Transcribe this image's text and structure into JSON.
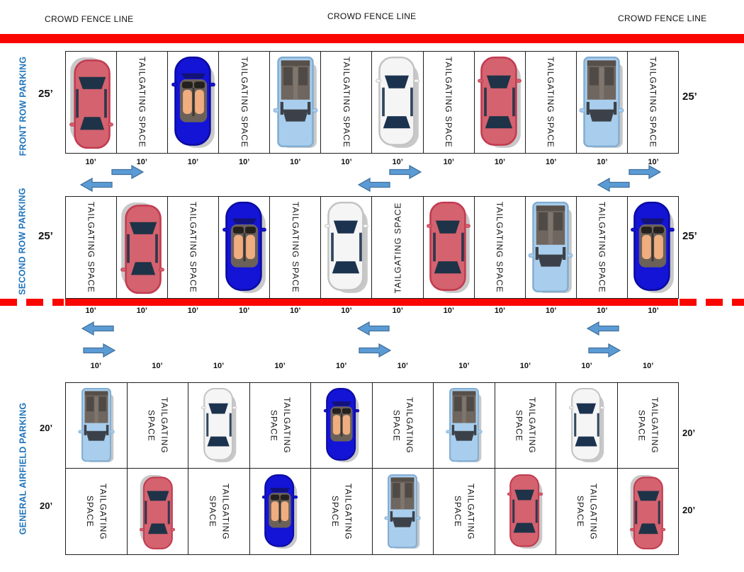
{
  "fence": {
    "labels": [
      "CROWD FENCE LINE",
      "CROWD FENCE LINE",
      "CROWD FENCE LINE"
    ]
  },
  "labels": {
    "space": "TAILGATING SPACE",
    "space_two_line": [
      "TAILGATING",
      "SPACE"
    ],
    "cell_width": "10’"
  },
  "sections": {
    "front": {
      "title": "FRONT ROW PARKING",
      "depth": "25’",
      "cells": [
        {
          "type": "car",
          "vehicle": "sedan",
          "color": "red",
          "rotated": true
        },
        {
          "type": "space"
        },
        {
          "type": "car",
          "vehicle": "convertible",
          "color": "blue"
        },
        {
          "type": "space"
        },
        {
          "type": "car",
          "vehicle": "pickup",
          "color": "lightblue"
        },
        {
          "type": "space"
        },
        {
          "type": "car",
          "vehicle": "sedan",
          "color": "white"
        },
        {
          "type": "space"
        },
        {
          "type": "car",
          "vehicle": "sedan",
          "color": "red"
        },
        {
          "type": "space"
        },
        {
          "type": "car",
          "vehicle": "pickup",
          "color": "lightblue"
        },
        {
          "type": "space"
        }
      ]
    },
    "second": {
      "title": "SECOND ROW PARKING",
      "depth": "25’",
      "cells": [
        {
          "type": "space"
        },
        {
          "type": "car",
          "vehicle": "sedan",
          "color": "red",
          "rotated": true
        },
        {
          "type": "space"
        },
        {
          "type": "car",
          "vehicle": "convertible",
          "color": "blue"
        },
        {
          "type": "space"
        },
        {
          "type": "car",
          "vehicle": "sedan",
          "color": "white"
        },
        {
          "type": "space",
          "dir": "ccw"
        },
        {
          "type": "car",
          "vehicle": "sedan",
          "color": "red"
        },
        {
          "type": "space"
        },
        {
          "type": "car",
          "vehicle": "pickup",
          "color": "lightblue"
        },
        {
          "type": "space"
        },
        {
          "type": "car",
          "vehicle": "convertible",
          "color": "blue"
        }
      ]
    },
    "airfield": {
      "title": "GENERAL AIRFIELD PARKING",
      "depths": [
        "20’",
        "20’"
      ],
      "row1_cells": [
        {
          "type": "car",
          "vehicle": "pickup",
          "color": "lightblue"
        },
        {
          "type": "space2"
        },
        {
          "type": "car",
          "vehicle": "sedan",
          "color": "white"
        },
        {
          "type": "space2"
        },
        {
          "type": "car",
          "vehicle": "convertible",
          "color": "blue"
        },
        {
          "type": "space2"
        },
        {
          "type": "car",
          "vehicle": "pickup",
          "color": "lightblue"
        },
        {
          "type": "space2"
        },
        {
          "type": "car",
          "vehicle": "sedan",
          "color": "white"
        },
        {
          "type": "space2"
        }
      ],
      "row2_cells": [
        {
          "type": "space2"
        },
        {
          "type": "car",
          "vehicle": "sedan",
          "color": "red",
          "rotated": true
        },
        {
          "type": "space2"
        },
        {
          "type": "car",
          "vehicle": "convertible",
          "color": "blue"
        },
        {
          "type": "space2"
        },
        {
          "type": "car",
          "vehicle": "pickup",
          "color": "lightblue"
        },
        {
          "type": "space2"
        },
        {
          "type": "car",
          "vehicle": "sedan",
          "color": "red"
        },
        {
          "type": "space2"
        },
        {
          "type": "car",
          "vehicle": "sedan",
          "color": "red",
          "rotated": true
        }
      ]
    }
  },
  "colors": {
    "fence_line": "#FA0600",
    "section_label": "#2175BC",
    "arrow_fill": "#5B9BD5",
    "arrow_stroke": "#41719C",
    "convertible_interior": "#6B6159",
    "convertible_seat": "#EFAD80",
    "pickup_bed": "#6F665F",
    "cars": {
      "red": {
        "body": "#D4626F",
        "stroke": "#C23B50",
        "win": "#1E3347"
      },
      "white": {
        "body": "#F5F5F5",
        "stroke": "#C3C3C3",
        "win": "#1C3350"
      },
      "blue": {
        "body": "#1414D6",
        "stroke": "#0B0BA0",
        "win": "#10102A"
      },
      "lightblue": {
        "body": "#A9CDEC",
        "stroke": "#83AED3",
        "win": "#3C4149"
      }
    }
  }
}
